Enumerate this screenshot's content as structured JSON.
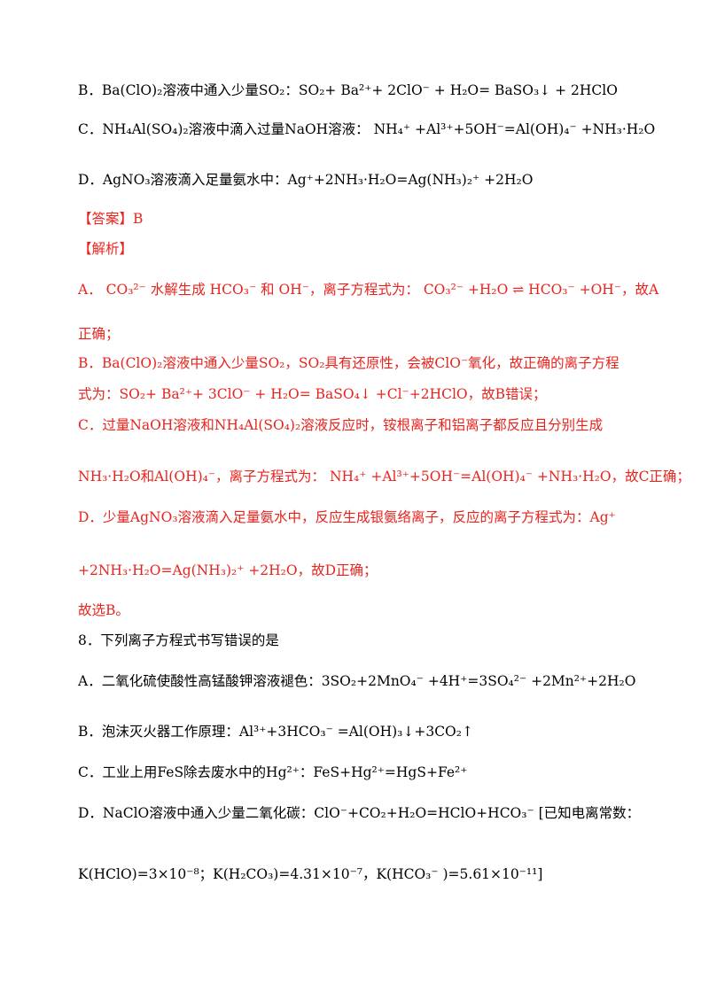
{
  "lines": [
    {
      "id": "b_opt",
      "text": "B．Ba(ClO)₂溶液中通入少量SO₂：SO₂+ Ba²⁺+ 2ClO⁻ + H₂O= BaSO₃↓ + 2HClO",
      "color": "black"
    },
    {
      "id": "c_opt",
      "text": "C．NH₄Al(SO₄)₂溶液中滴入过量NaOH溶液： NH₄⁺ +Al³⁺+5OH⁻=Al(OH)₄⁻ +NH₃·H₂O",
      "color": "black"
    },
    {
      "id": "d_opt",
      "text": "D．AgNO₃溶液滴入足量氨水中：Ag⁺+2NH₃·H₂O=Ag(NH₃)₂⁺ +2H₂O",
      "color": "black"
    },
    {
      "id": "answer",
      "text": "【答案】B",
      "color": "red"
    },
    {
      "id": "analysis",
      "text": "【解析】",
      "color": "red"
    },
    {
      "id": "expl_a1",
      "text": "A． CO₃²⁻ 水解生成 HCO₃⁻ 和 OH⁻，离子方程式为： CO₃²⁻ +H₂O ⇌ HCO₃⁻ +OH⁻，故A",
      "color": "red"
    },
    {
      "id": "expl_a2",
      "text": "正确；",
      "color": "red"
    },
    {
      "id": "expl_b1",
      "text": "B．Ba(ClO)₂溶液中通入少量SO₂，SO₂具有还原性，会被ClO⁻氧化，故正确的离子方程",
      "color": "red"
    },
    {
      "id": "expl_b2",
      "text": "式为：SO₂+ Ba²⁺+ 3ClO⁻ + H₂O= BaSO₄↓ +Cl⁻+2HClO，故B错误；",
      "color": "red"
    },
    {
      "id": "expl_c1",
      "text": "C．过量NaOH溶液和NH₄Al(SO₄)₂溶液反应时，铵根离子和铝离子都反应且分别生成",
      "color": "red"
    },
    {
      "id": "expl_c2",
      "text": "NH₃·H₂O和Al(OH)₄⁻，离子方程式为： NH₄⁺ +Al³⁺+5OH⁻=Al(OH)₄⁻ +NH₃·H₂O，故C正确；",
      "color": "red"
    },
    {
      "id": "expl_d1",
      "text": "D．少量AgNO₃溶液滴入足量氨水中，反应生成银氨络离子，反应的离子方程式为：Ag⁺",
      "color": "red"
    },
    {
      "id": "expl_d2",
      "text": "+2NH₃·H₂O=Ag(NH₃)₂⁺ +2H₂O，故D正确；",
      "color": "red"
    },
    {
      "id": "conclusion",
      "text": "故选B。",
      "color": "red"
    },
    {
      "id": "q8",
      "text": "8．下列离子方程式书写错误的是",
      "color": "black"
    },
    {
      "id": "q8_a",
      "text": "A．二氧化硫使酸性高锰酸钾溶液褪色：3SO₂+2MnO₄⁻ +4H⁺=3SO₄²⁻ +2Mn²⁺+2H₂O",
      "color": "black"
    },
    {
      "id": "q8_b",
      "text": "B．泡沫灭火器工作原理：Al³⁺+3HCO₃⁻ =Al(OH)₃↓+3CO₂↑",
      "color": "black"
    },
    {
      "id": "q8_c",
      "text": "C．工业上用FeS除去废水中的Hg²⁺：FeS+Hg²⁺=HgS+Fe²⁺",
      "color": "black"
    },
    {
      "id": "q8_d1",
      "text": "D．NaClO溶液中通入少量二氧化碳：ClO⁻+CO₂+H₂O=HClO+HCO₃⁻ [已知电离常数：",
      "color": "black"
    },
    {
      "id": "q8_d2",
      "text": "K(HClO)=3×10⁻⁸；K(H₂CO₃)=4.31×10⁻⁷，K(HCO₃⁻ )=5.61×10⁻¹¹]",
      "color": "black"
    }
  ]
}
